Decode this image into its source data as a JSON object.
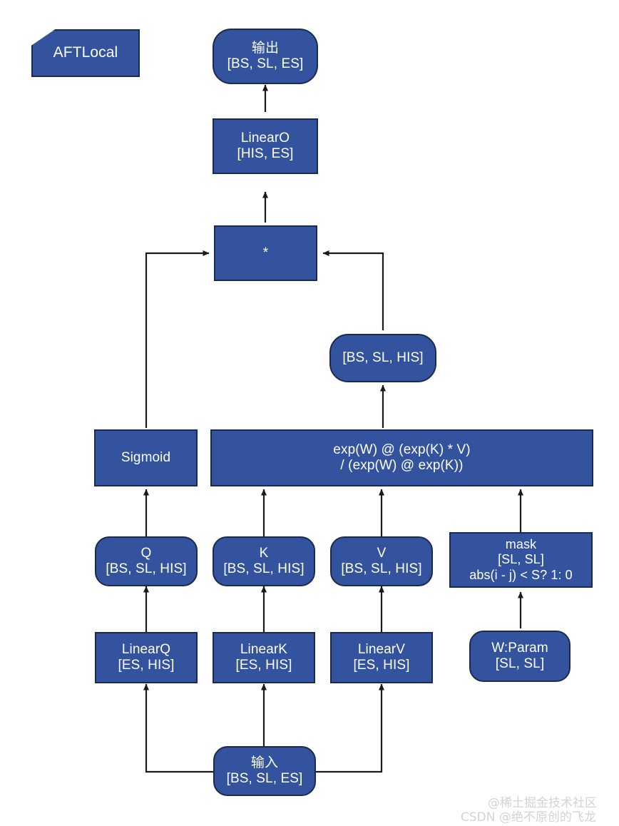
{
  "diagram": {
    "title_tag": "AFTLocal",
    "accent_color": "#33539E",
    "border_color": "#1b2b4d",
    "text_color": "#ffffff",
    "background": "#ffffff"
  },
  "nodes": {
    "tag": {
      "label": "AFTLocal"
    },
    "output": {
      "line1": "输出",
      "line2": "[BS, SL, ES]"
    },
    "linear_o": {
      "line1": "LinearO",
      "line2": "[HIS, ES]"
    },
    "multiply": {
      "line1": "*"
    },
    "bs_sl_his": {
      "line1": "[BS, SL, HIS]"
    },
    "sigmoid": {
      "line1": "Sigmoid"
    },
    "formula": {
      "line1": "exp(W) @ (exp(K) * V)",
      "line2": "/ (exp(W) @ exp(K))"
    },
    "q": {
      "line1": "Q",
      "line2": "[BS, SL, HIS]"
    },
    "k": {
      "line1": "K",
      "line2": "[BS, SL, HIS]"
    },
    "v": {
      "line1": "V",
      "line2": "[BS, SL, HIS]"
    },
    "mask": {
      "line1": "mask",
      "line2": "[SL, SL]",
      "line3": "abs(i - j) < S? 1: 0"
    },
    "linear_q": {
      "line1": "LinearQ",
      "line2": "[ES, HIS]"
    },
    "linear_k": {
      "line1": "LinearK",
      "line2": "[ES, HIS]"
    },
    "linear_v": {
      "line1": "LinearV",
      "line2": "[ES, HIS]"
    },
    "w_param": {
      "line1": "W:Param",
      "line2": "[SL, SL]"
    },
    "input": {
      "line1": "输入",
      "line2": "[BS, SL, ES]"
    }
  },
  "watermark": {
    "line1": "@稀土掘金技术社区",
    "line2": "CSDN @绝不原创的飞龙"
  }
}
